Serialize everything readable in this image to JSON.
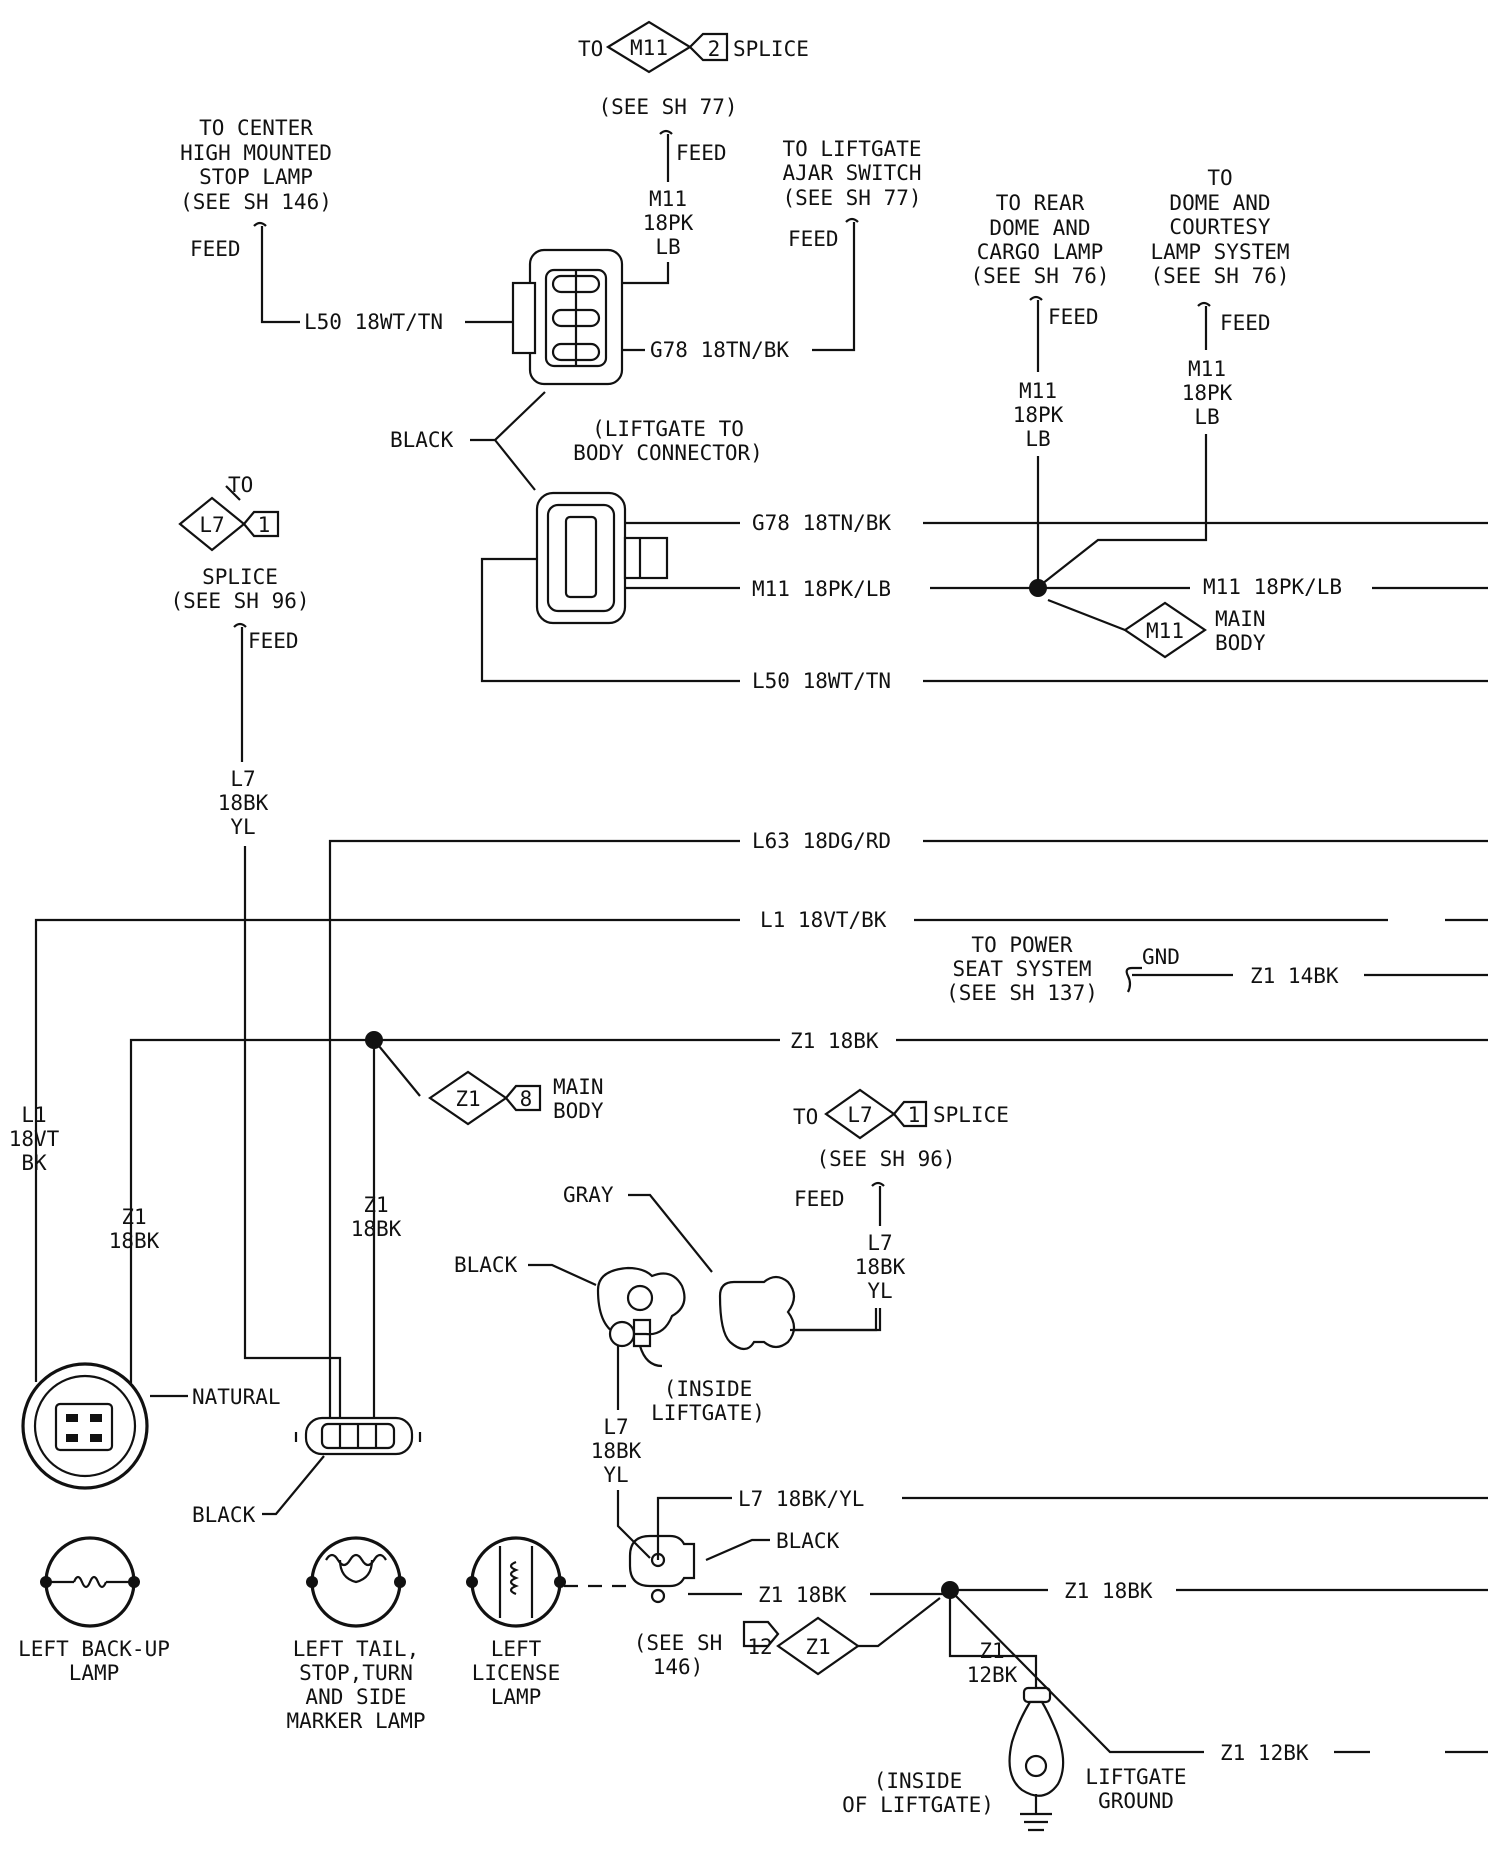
{
  "top_splice": {
    "to": "TO",
    "circuit": "M11",
    "pin": "2",
    "kind": "SPLICE",
    "sheet": "(SEE SH 77)",
    "feed": "FEED",
    "wire": [
      "M11",
      "18PK",
      "LB"
    ]
  },
  "center_stop": {
    "lines": [
      "TO CENTER",
      "HIGH MOUNTED",
      "STOP LAMP",
      "(SEE SH 146)"
    ],
    "feed": "FEED"
  },
  "liftgate_ajar": {
    "lines": [
      "TO LIFTGATE",
      "AJAR SWITCH",
      "(SEE SH 77)"
    ],
    "feed": "FEED"
  },
  "rear_dome": {
    "lines": [
      "TO REAR",
      "DOME AND",
      "CARGO LAMP",
      "(SEE SH 76)"
    ],
    "feed": "FEED",
    "wire": [
      "M11",
      "18PK",
      "LB"
    ]
  },
  "dome_courtesy": {
    "lines": [
      "TO",
      "DOME AND",
      "COURTESY",
      "LAMP SYSTEM",
      "(SEE SH 76)"
    ],
    "feed": "FEED",
    "wire": [
      "M11",
      "18PK",
      "LB"
    ]
  },
  "upper_connector": {
    "l50": "L50 18WT/TN",
    "g78": "G78 18TN/BK",
    "black": "BLACK",
    "caption": [
      "(LIFTGATE TO",
      "BODY CONNECTOR)"
    ]
  },
  "body_wires": {
    "g78": "G78 18TN/BK",
    "m11": "M11 18PK/LB",
    "m11_right": "M11 18PK/LB",
    "l50": "L50 18WT/TN"
  },
  "main_body_m11": {
    "circuit": "M11",
    "label": [
      "MAIN",
      "BODY"
    ]
  },
  "l7_splice_upper": {
    "to": "TO",
    "circuit": "L7",
    "pin": "1",
    "lines": [
      "SPLICE",
      "(SEE SH 96)"
    ],
    "feed": "FEED",
    "wire": [
      "L7",
      "18BK",
      "YL"
    ]
  },
  "mid_wires": {
    "l63": "L63 18DG/RD",
    "l1": "L1 18VT/BK",
    "z1": "Z1 18BK"
  },
  "power_seat": {
    "lines": [
      "TO POWER",
      "SEAT SYSTEM",
      "(SEE SH 137)"
    ],
    "gnd": "GND",
    "wire": "Z1 14BK"
  },
  "main_body_z1": {
    "circuit": "Z1",
    "pin": "8",
    "label": [
      "MAIN",
      "BODY"
    ]
  },
  "l7_splice_lower": {
    "to": "TO",
    "circuit": "L7",
    "pin": "1",
    "kind": "SPLICE",
    "sheet": "(SEE SH 96)",
    "feed": "FEED",
    "wire": [
      "L7",
      "18BK",
      "YL"
    ]
  },
  "left_wires": {
    "l1": [
      "L1",
      "18VT",
      "BK"
    ],
    "z1_a": [
      "Z1",
      "18BK"
    ],
    "z1_b": [
      "Z1",
      "18BK"
    ]
  },
  "connectors": {
    "gray": "GRAY",
    "black_inside": "BLACK",
    "inside_liftgate": [
      "(INSIDE",
      "LIFTGATE)"
    ],
    "natural": "NATURAL",
    "black_tail": "BLACK",
    "black_lic": "BLACK",
    "l7_wire": [
      "L7",
      "18BK",
      "YL"
    ]
  },
  "bottom_wires": {
    "l7": "L7 18BK/YL",
    "z1_left": "Z1 18BK",
    "z1_right": "Z1 18BK",
    "z1_12": "Z1 12BK",
    "z1_12v": [
      "Z1",
      "12BK"
    ]
  },
  "sh146": {
    "lines": [
      "(SEE SH",
      "146)"
    ],
    "circuit": "Z1",
    "pin": "12"
  },
  "lamps": {
    "backup": [
      "LEFT BACK-UP",
      "LAMP"
    ],
    "tail": [
      "LEFT TAIL,",
      "STOP,TURN",
      "AND SIDE",
      "MARKER LAMP"
    ],
    "license": [
      "LEFT",
      "LICENSE",
      "LAMP"
    ]
  },
  "ground": {
    "inside": [
      "(INSIDE",
      "OF LIFTGATE)"
    ],
    "label": [
      "LIFTGATE",
      "GROUND"
    ]
  }
}
